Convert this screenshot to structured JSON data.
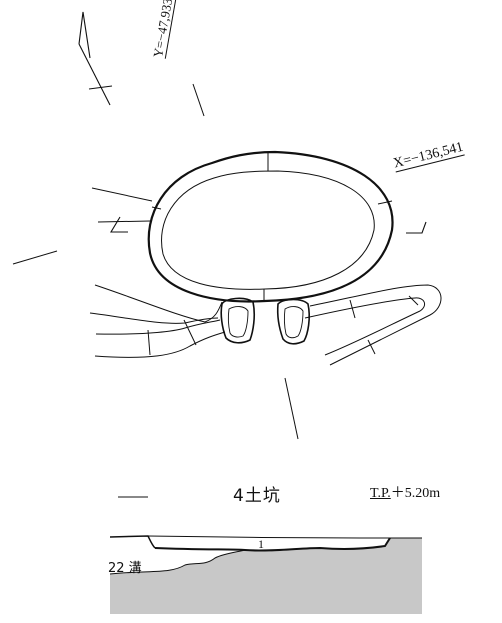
{
  "labels": {
    "y_coordinate": "Y=−47,933",
    "x_coordinate": "X=−136,541",
    "title": "4土坑",
    "elevation_prefix": "T.P.",
    "elevation_value": "＋5.20m",
    "layer_number": "1",
    "ditch_label": "22 溝"
  },
  "colors": {
    "line": "#111111",
    "fill_section": "#c8c8c8",
    "background": "#ffffff"
  },
  "icons": {
    "north_arrow": "north-arrow-icon"
  }
}
